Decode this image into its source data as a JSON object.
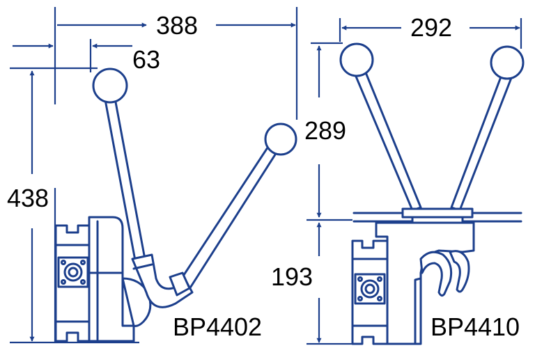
{
  "colors": {
    "line": "#1c3f8c",
    "text": "#000000",
    "background": "#ffffff"
  },
  "left": {
    "model": "BP4402",
    "dims": {
      "width": "388",
      "offset": "63",
      "height": "438",
      "lever": "289"
    }
  },
  "right": {
    "model": "BP4410",
    "dims": {
      "width": "292",
      "height": "193"
    }
  }
}
